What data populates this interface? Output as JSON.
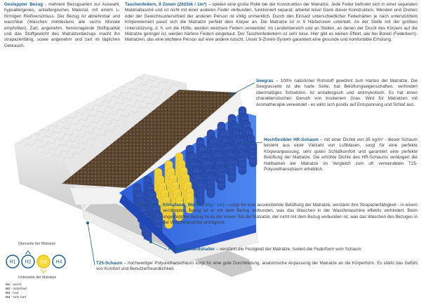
{
  "sections": {
    "cover": {
      "heading": "Gesteppter Bezug",
      "text": " - mehrere Bezugsarten zur Auswahl, hypoallergenes, antiallergisches Material, mit einem L-förmigen Reißverschluss. Der Bezug ist abnehmbar und waschbar (Waschen mindestens alle sechs Monate empfohlen). Zart, angenehm, hervorragende Stoffqualität und das Stoffgewicht des Matratzenbezugs macht ihn strapazierfähig, sowie angenehm und zart im täglichen Gebrauch."
    },
    "springs": {
      "heading": "Taschenfedern, 9 Zonen (262Stk / 1m²)",
      "text": " – spielen eine große Rolle bei der Konstruktion der Matratze. Jede Feder befindet sich in einer separaten Materialtasche und ist nicht mit einer anderen Feder verbunden, funktioniert separat, arbeitet leise! Dank dieser Konstruktion, Wenden und Drehen oder der Gewichtsunterschied der anderen Person ist völlig unmerklich. Durch den Einsatz unterschiedlicher Federhärten je nach unterstütztem Körperelement passt sich die Matratze perfekt dem Körper an. Die Matratze ist in 9 Härtezonen unterteilt. An der Stelle mit der größten Unterstützung, d. h. um die Hüfte, werden weichere Federn verwendet. Im Lendenbereich und an Stellen, an denen der Druck des Körpers auf die Matratze geringer ist, werden härtere Federn eingebaut. Der Taschenfederkern ist sehr leise. Hier gibt es keinen Effekt, wie bei Bonell (Federkern)- Matratzen, das eine leichtere Person auf eine andere rutscht. Unser 9-Zonen-System garantiert eine gesunde und komfortable Erholung."
    },
    "seagrass": {
      "heading": "Seegras",
      "text": " – 100% natürlicher Rohstoff gewöhnt zum Härten der Matratze. Die Seegrasseite ist die harte Seite, hat Belüftungseigenschaften, verhindert übermäßiges Schwitzen, ist antiallergisch und antimykotisch. Es hat einen charakteristischen Geruch von trockenem Gras. Wird für Matratzen mit Aromatherapie verwendet - es wirkt sich positiv auf Entspannung und Schlaf aus."
    },
    "hr": {
      "heading": "Hochflexibler HR-Schaum",
      "text": " – mit einer Dichte von 35 kg/m³ - dieser Schaum besteht aus einer Vielzahl von Luftblasen, sorgt für eine perfekte Körperanpassung, sehr guten Schlafkomfort und garantiert eine perfekte Belüftung der Matratze. Die erhöhte Dichte des HR-Schaums verlängert die Haltbarkeit der Matratze im Vergleich zum oft verwendeten T25-Polyurethanschaum erheblich."
    },
    "klima": {
      "heading": "Klimafaser, Watte (150g / 1m)",
      "text": " – sorgt für eine ausreichende Belüftung der Matratze, verstärkt ihre Strapazierfähigkeit - in einem versteppten Bezug ist er mit dem Bezug verbunden, was das Waschen in der Waschmaschine effektiv verhindert. Beim ungesteppten Bezug ist es der innere Teil der Matratze, der nicht mit dem Bezug verbunden ist, was das Waschen des Bezuges in der Waschmaschine ermöglicht."
    },
    "polster": {
      "heading": "Polsterabstandshalter",
      "text": " – verstärkt die Festigkeit der Matratze. Isoliert die Federform vom Schaum"
    },
    "t25": {
      "heading": "T25-Schaum",
      "text": " – hochwertiger Polyurethanschaum sorgt für eine gute Durchblutung, anatomische Anpassung der Matratze an die Körperform. Es stärkt das Gefühl von Komfort und Benutzerfreundlichkeit."
    }
  },
  "hardness_legend": {
    "top_caption": "Oberseite der Matratze",
    "bottom_caption": "Unterseite der Matratze",
    "icons": [
      {
        "code": "H1",
        "color": "#1f5e8e",
        "fill": "#ffffff",
        "text_color": "#1f5e8e"
      },
      {
        "code": "H2",
        "color": "#1f5e8e",
        "fill": "#ffffff",
        "text_color": "#1f5e8e"
      },
      {
        "code": "H3",
        "color": "#e8c31a",
        "fill": "#f6d93a",
        "text_color": "#ffffff"
      },
      {
        "code": "H4",
        "color": "#1f5e8e",
        "fill": "#ffffff",
        "text_color": "#1f5e8e"
      }
    ],
    "list": [
      {
        "code": "H1",
        "label": " - weich"
      },
      {
        "code": "H2",
        "label": " - mittelhart"
      },
      {
        "code": "H3",
        "label": " - hart"
      },
      {
        "code": "H4",
        "label": " - sehr hart"
      }
    ]
  },
  "colors": {
    "accent": "#1f5e8e",
    "spring_blue": "#2b4fb0",
    "spring_yellow": "#f2d43a",
    "foam_blue": "#3a6fe0",
    "seagrass": "#6b5436"
  }
}
